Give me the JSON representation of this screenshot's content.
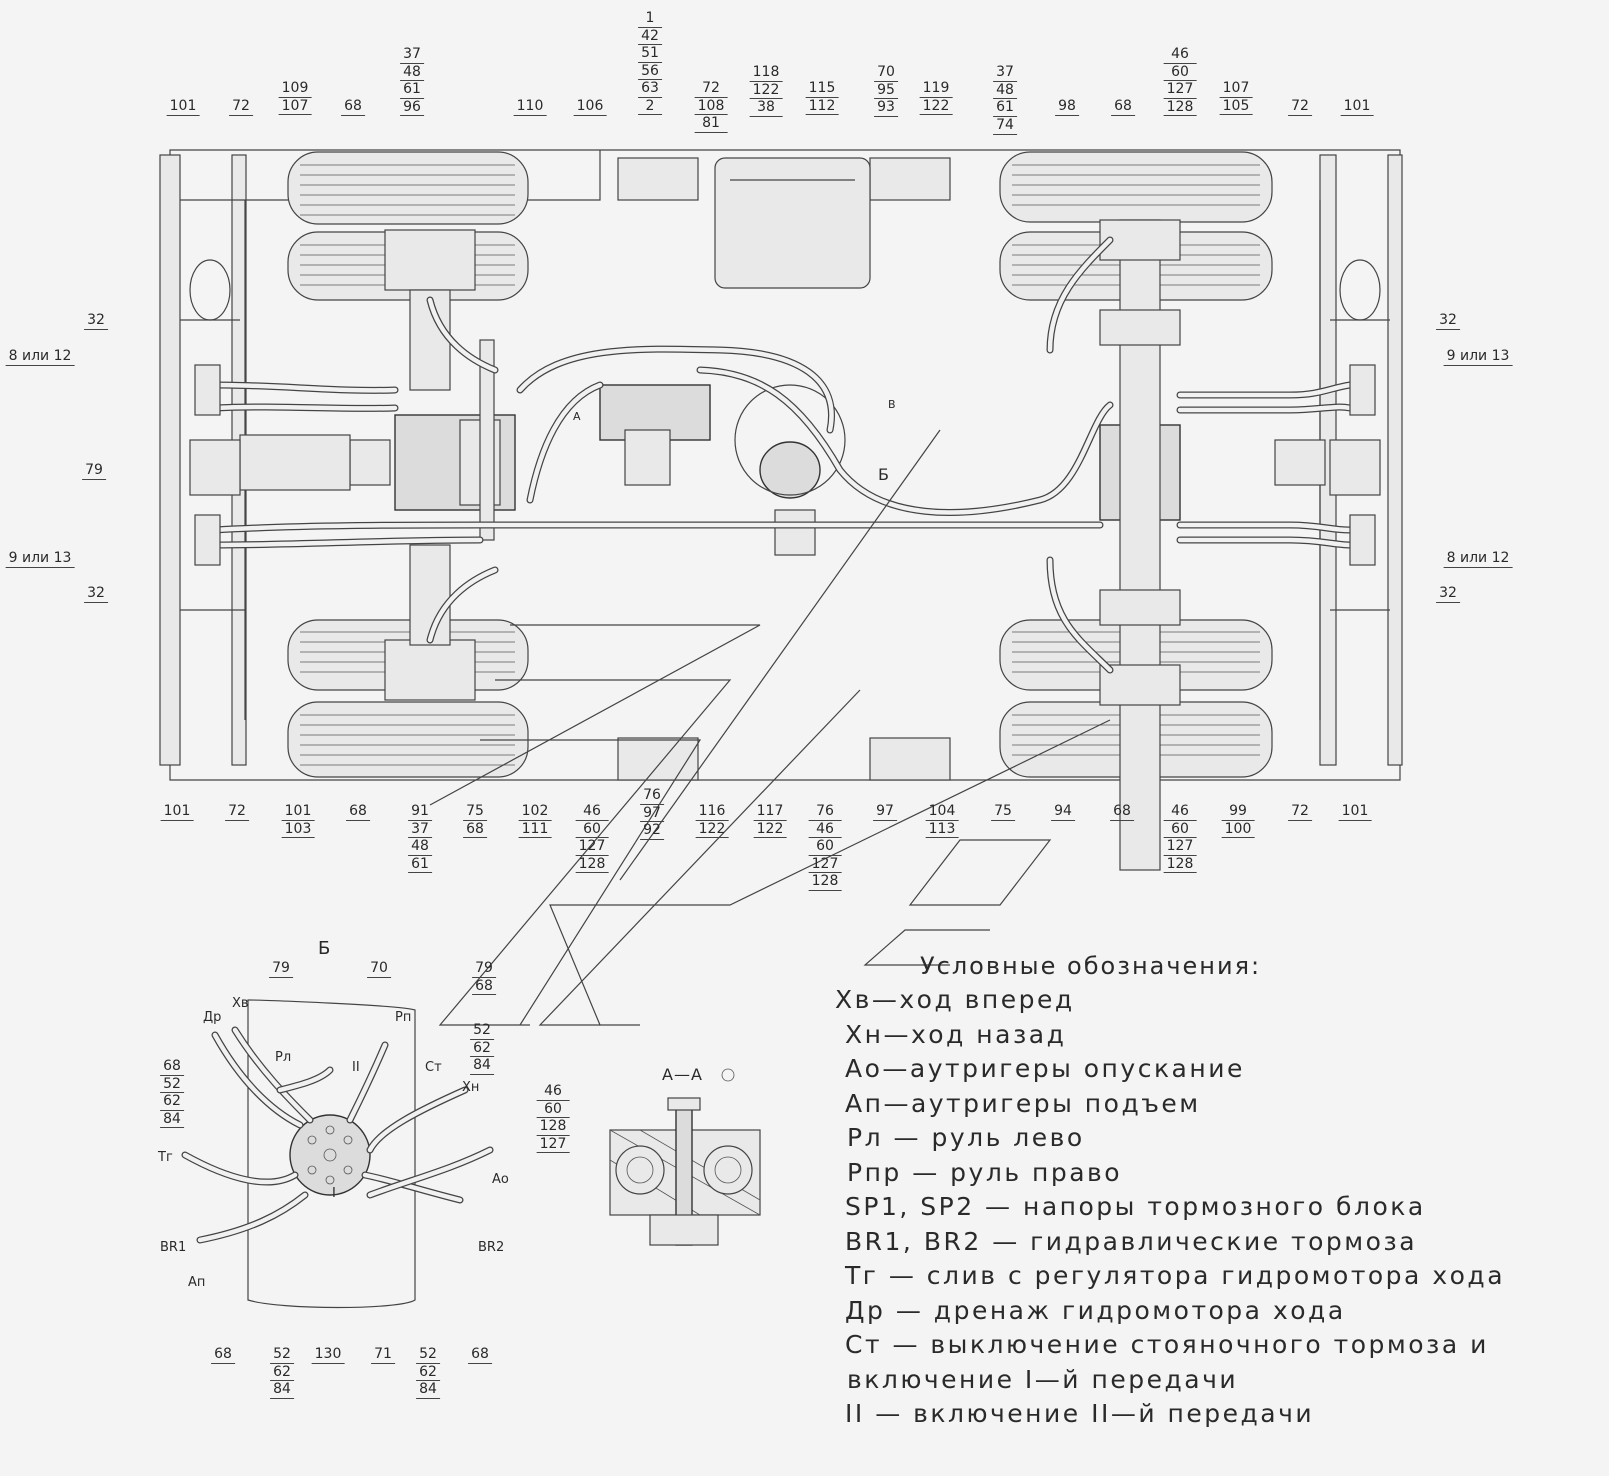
{
  "legend": {
    "title": "Условные обозначения:",
    "items": [
      "Хв—ход вперед",
      "Хн—ход назад",
      "Ао—аутригеры опускание",
      "Ап—аутригеры подъем",
      "Рл — руль лево",
      "Рпр — руль право",
      "SP1, SP2 — напоры тормозного блока",
      "BR1, BR2 — гидравлические тормоза",
      "Тг — слив с регулятора гидромотора хода",
      "Др — дренаж гидромотора хода",
      "Ст — выключение стояночного тормоза и",
      "включение I—й передачи",
      "II — включение II—й передачи"
    ]
  },
  "views": {
    "detail_b": "Б",
    "section_aa": "А—А",
    "section_marker": "А",
    "view_marker_b": "Б",
    "view_marker_v": "В"
  },
  "callouts": {
    "top": [
      {
        "key": "t101l",
        "text": "101"
      },
      {
        "key": "t72l",
        "text": "72"
      },
      {
        "key": "t109",
        "lines": [
          "109",
          "107"
        ]
      },
      {
        "key": "t68l",
        "text": "68"
      },
      {
        "key": "t37",
        "lines": [
          "37",
          "48",
          "61",
          "96"
        ]
      },
      {
        "key": "t1",
        "lines": [
          "1",
          "42",
          "51",
          "56",
          "63",
          "2"
        ]
      },
      {
        "key": "t110",
        "text": "110"
      },
      {
        "key": "t106",
        "text": "106"
      },
      {
        "key": "t72b",
        "lines": [
          "72",
          "108",
          "81"
        ]
      },
      {
        "key": "t118",
        "lines": [
          "118",
          "122",
          "38"
        ]
      },
      {
        "key": "t115",
        "lines": [
          "115",
          "112"
        ]
      },
      {
        "key": "t70",
        "lines": [
          "70",
          "95",
          "93"
        ]
      },
      {
        "key": "t119",
        "lines": [
          "119",
          "122"
        ]
      },
      {
        "key": "t74",
        "text": "74"
      },
      {
        "key": "t37r",
        "lines": [
          "37",
          "48",
          "61"
        ]
      },
      {
        "key": "t98",
        "text": "98"
      },
      {
        "key": "t68r",
        "text": "68"
      },
      {
        "key": "t46",
        "lines": [
          "46",
          "60",
          "127",
          "128"
        ]
      },
      {
        "key": "t107",
        "lines": [
          "107",
          "105"
        ]
      },
      {
        "key": "t72r",
        "text": "72"
      },
      {
        "key": "t101r",
        "text": "101"
      }
    ],
    "sides": [
      {
        "key": "s32a",
        "text": "32"
      },
      {
        "key": "s812a",
        "text": "8 или 12"
      },
      {
        "key": "s79",
        "text": "79"
      },
      {
        "key": "s913a",
        "text": "9 или 13"
      },
      {
        "key": "s32b",
        "text": "32"
      },
      {
        "key": "s32c",
        "text": "32"
      },
      {
        "key": "s913b",
        "text": "9 или 13"
      },
      {
        "key": "s812b",
        "text": "8 или 12"
      },
      {
        "key": "s32d",
        "text": "32"
      }
    ],
    "bottom": [
      {
        "key": "b101",
        "text": "101"
      },
      {
        "key": "b72",
        "text": "72"
      },
      {
        "key": "b101b",
        "lines": [
          "101",
          "103"
        ]
      },
      {
        "key": "b68",
        "text": "68"
      },
      {
        "key": "b91",
        "lines": [
          "91",
          "37",
          "48",
          "61"
        ]
      },
      {
        "key": "b75",
        "lines": [
          "75",
          "68"
        ]
      },
      {
        "key": "b102",
        "lines": [
          "102",
          "111"
        ]
      },
      {
        "key": "b46",
        "lines": [
          "46",
          "60",
          "127",
          "128"
        ]
      },
      {
        "key": "b76",
        "lines": [
          "76",
          "97",
          "92"
        ]
      },
      {
        "key": "b116",
        "lines": [
          "116",
          "122"
        ]
      },
      {
        "key": "b117",
        "lines": [
          "117",
          "122"
        ]
      },
      {
        "key": "b76b",
        "lines": [
          "76",
          "46",
          "60",
          "127",
          "128"
        ]
      },
      {
        "key": "b97",
        "text": "97"
      },
      {
        "key": "b104",
        "lines": [
          "104",
          "113"
        ]
      },
      {
        "key": "b75r",
        "text": "75"
      },
      {
        "key": "b94",
        "text": "94"
      },
      {
        "key": "b68r",
        "text": "68"
      },
      {
        "key": "b46r",
        "lines": [
          "46",
          "60",
          "127",
          "128"
        ]
      },
      {
        "key": "b99",
        "lines": [
          "99",
          "100"
        ]
      },
      {
        "key": "b72r",
        "text": "72"
      },
      {
        "key": "b101r",
        "text": "101"
      }
    ],
    "detail": [
      {
        "key": "d79",
        "text": "79"
      },
      {
        "key": "d70",
        "text": "70"
      },
      {
        "key": "d7968",
        "lines": [
          "79",
          "68"
        ]
      },
      {
        "key": "d52a",
        "lines": [
          "52",
          "62",
          "84"
        ]
      },
      {
        "key": "d68a",
        "lines": [
          "68",
          "52",
          "62",
          "84"
        ]
      },
      {
        "key": "d68b",
        "text": "68"
      },
      {
        "key": "d52b",
        "lines": [
          "52",
          "62",
          "84"
        ]
      },
      {
        "key": "d130",
        "text": "130"
      },
      {
        "key": "d71",
        "text": "71"
      },
      {
        "key": "d52c",
        "lines": [
          "52",
          "62",
          "84"
        ]
      },
      {
        "key": "d68c",
        "text": "68"
      }
    ],
    "section": [
      {
        "key": "a46",
        "lines": [
          "46",
          "60",
          "128",
          "127"
        ]
      }
    ]
  },
  "ports": [
    "Др",
    "Хв",
    "Рл",
    "II",
    "Рп",
    "Ст",
    "Хн",
    "Ао",
    "BR2",
    "BR1",
    "Ап",
    "Тг",
    "I"
  ]
}
